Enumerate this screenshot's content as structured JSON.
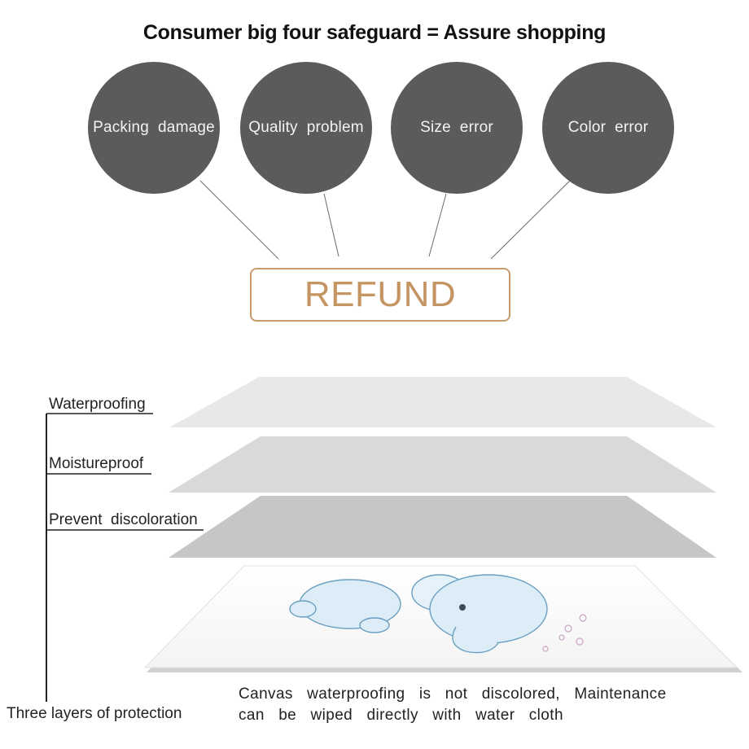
{
  "title": "Consumer big four safeguard = Assure shopping",
  "safeguards": [
    "Packing  damage",
    "Quality  problem",
    "Size  error",
    "Color  error"
  ],
  "result": "REFUND",
  "layers": [
    {
      "label": "Waterproofing"
    },
    {
      "label": "Moistureproof"
    },
    {
      "label": "Prevent  discoloration"
    }
  ],
  "protection_label": "Three layers of protection",
  "caption": {
    "line1": "Canvas  waterproofing  is  not  discolored,  Maintenance",
    "line2": "can  be  wiped  directly  with  water  cloth"
  },
  "colors": {
    "bubble": "#5b5b5b",
    "refund_accent": "#c89a6c",
    "layer_light": "#e6e6e6",
    "layer_mid": "#d6d6d6",
    "layer_dark": "#c4c4c4"
  },
  "canvas_artwork": "elephant-illustration"
}
